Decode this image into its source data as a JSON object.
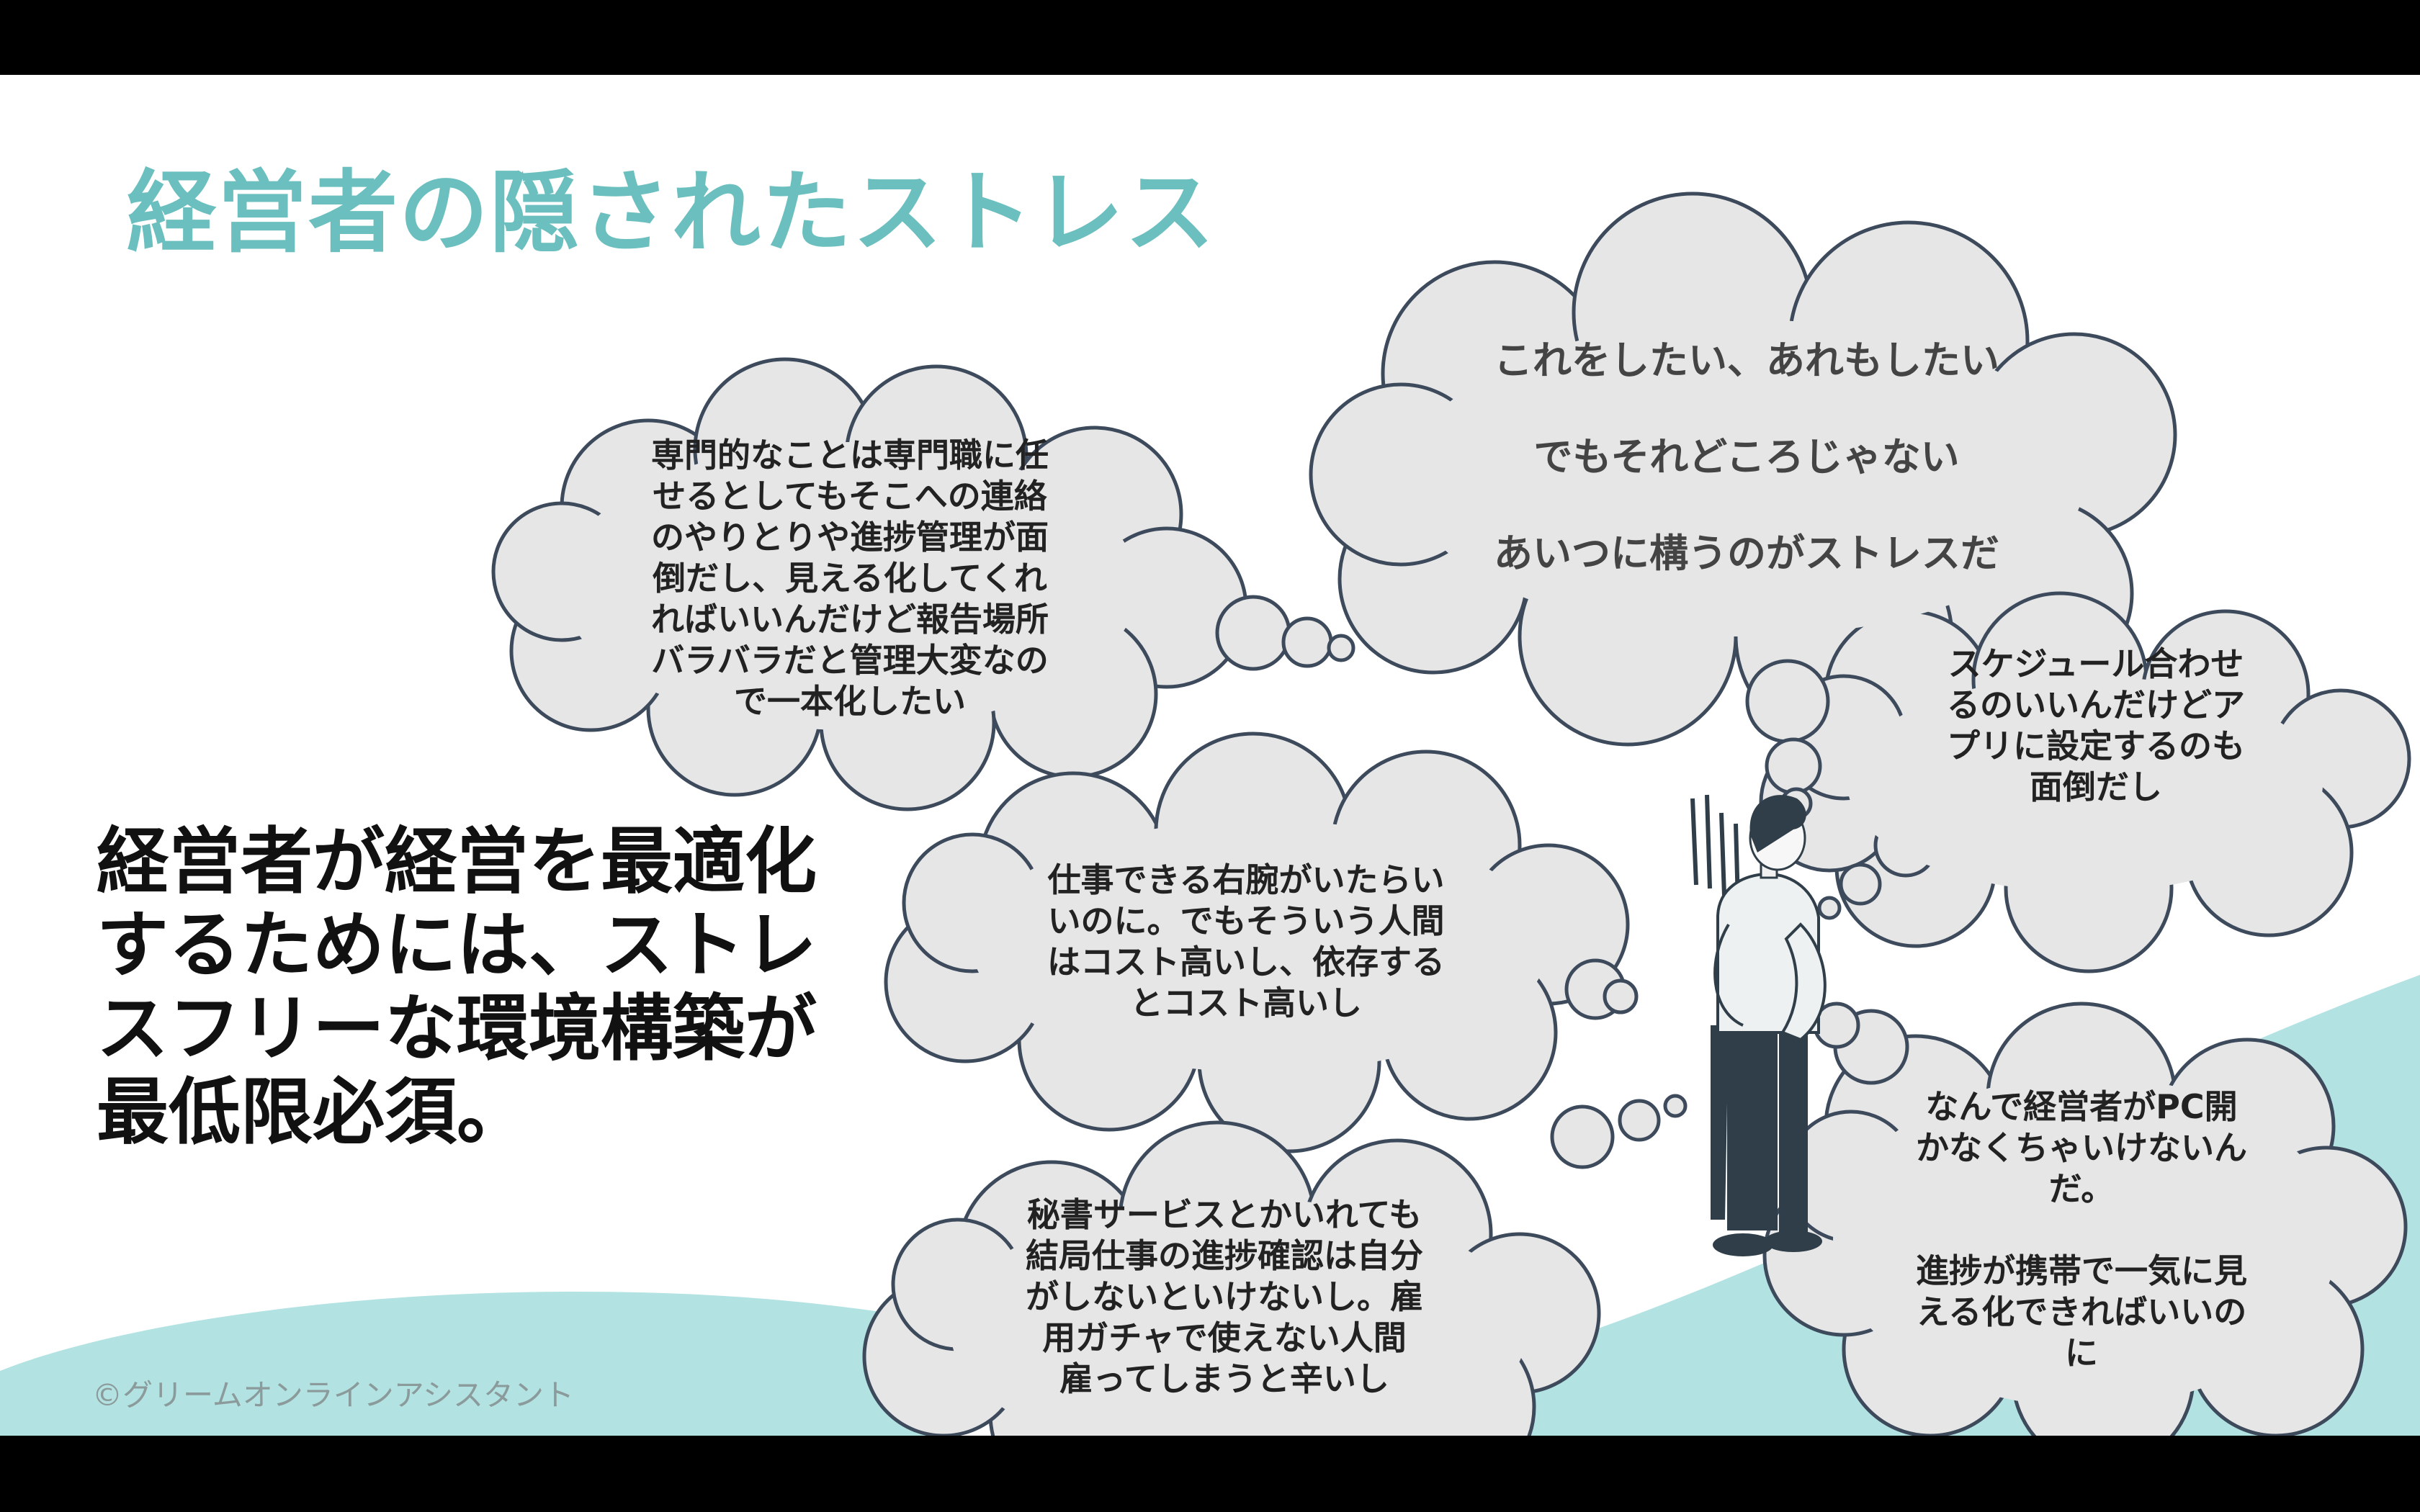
{
  "slide": {
    "title": "経営者の隠されたストレス",
    "main_message": [
      "経営者が経営を最適化",
      "するためには、ストレ",
      "スフリーな環境構築が",
      "最低限必須。"
    ],
    "copyright": "©グリームオンラインアシスタント"
  },
  "bubbles": {
    "top_right": [
      "これをしたい、あれもしたい",
      "でもそれどころじゃない",
      "あいつに構うのがストレスだ"
    ],
    "upper_left": [
      "専門的なことは専門職に任",
      "せるとしてもそこへの連絡",
      "のやりとりや進捗管理が面",
      "倒だし、見える化してくれ",
      "ればいいんだけど報告場所",
      "バラバラだと管理大変なの",
      "で一本化したい"
    ],
    "middle_right": [
      "スケジュール合わせ",
      "るのいいんだけどア",
      "プリに設定するのも",
      "面倒だし"
    ],
    "center": [
      "仕事できる右腕がいたらい",
      "いのに。でもそういう人間",
      "はコスト高いし、依存する",
      "とコスト高いし"
    ],
    "bottom_left": [
      "秘書サービスとかいれても",
      "結局仕事の進捗確認は自分",
      "がしないといけないし。雇",
      "用ガチャで使えない人間",
      "雇ってしまうと辛いし"
    ],
    "bottom_right": {
      "lines_a": [
        "なんで経営者がPC開",
        "かなくちゃいけないん",
        "だ。"
      ],
      "lines_b": [
        "進捗が携帯で一気に見",
        "える化できればいいの",
        "に"
      ]
    }
  },
  "colors": {
    "title": "#6bbfbf",
    "ground": "#b2e3e2",
    "bubble_fill": "#e6e6e6",
    "bubble_stroke": "#3d4a5c"
  }
}
